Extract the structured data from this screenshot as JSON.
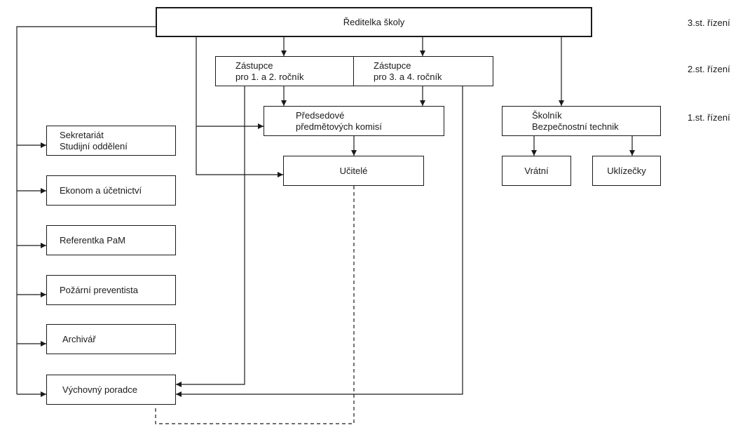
{
  "nodes": {
    "director": "Ředitelka školy",
    "deputy_1_2": [
      "Zástupce",
      "pro 1. a 2. ročník"
    ],
    "deputy_3_4": [
      "Zástupce",
      "pro 3. a 4. ročník"
    ],
    "committee_chairs": [
      "Předsedové",
      "předmětových komisí"
    ],
    "teachers": "Učitelé",
    "janitor": [
      "Školník",
      "Bezpečnostní technik"
    ],
    "porter": "Vrátní",
    "cleaners": "Uklízečky",
    "secretariat": [
      "Sekretariát",
      "Studijní oddělení"
    ],
    "economist": "Ekonom a účetnictví",
    "hr_officer": "Referentka PaM",
    "fire_officer": "Požární preventista",
    "archivist": "Archivář",
    "counselor": "Výchovný poradce"
  },
  "levels": {
    "level3": "3.st. řízení",
    "level2": "2.st. řízení",
    "level1": "1.st. řízení"
  }
}
